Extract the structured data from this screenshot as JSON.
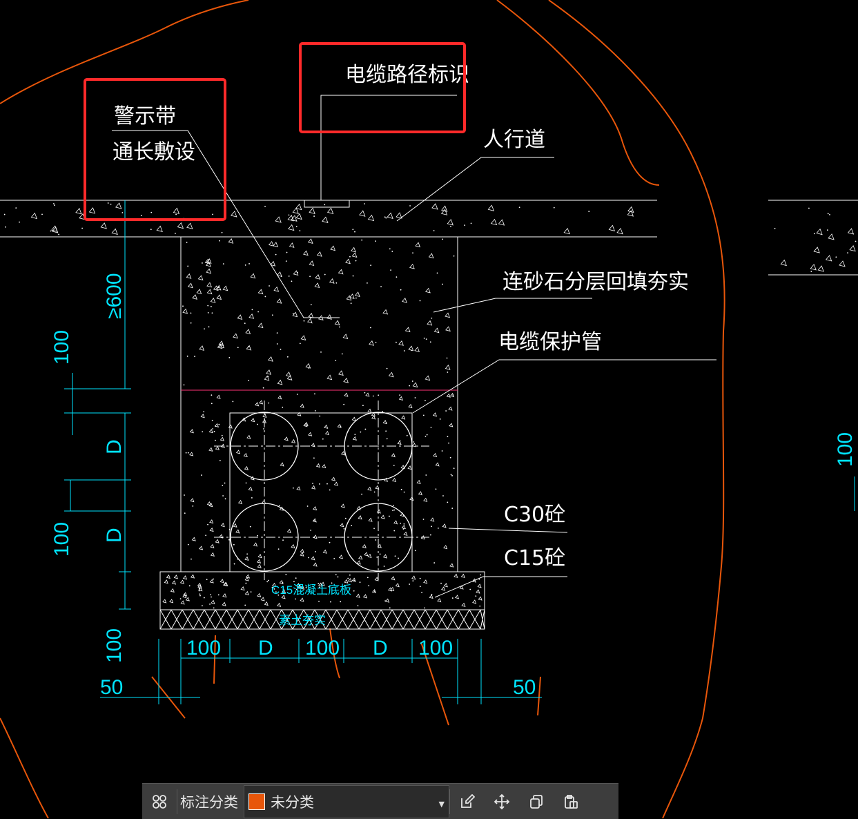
{
  "drawing": {
    "labels": {
      "warning_tape_line1": "警示带",
      "warning_tape_line2": "通长敷设",
      "cable_path_marker": "电缆路径标识",
      "sidewalk": "人行道",
      "backfill": "连砂石分层回填夯实",
      "cable_conduit": "电缆保护管",
      "c30": "C30砼",
      "c15": "C15砼",
      "base_slab": "C15混凝土底板",
      "compacted_soil": "素土夯实"
    },
    "dimensions": {
      "min_depth": "≥600",
      "d100_a": "100",
      "d_upper": "D",
      "d100_b": "100",
      "d_lower": "D",
      "d100_c": "100",
      "d50_left": "50",
      "d100_h1": "100",
      "d_h1": "D",
      "d100_h2": "100",
      "d_h2": "D",
      "d100_h3": "100",
      "d50_right": "50",
      "d100_right": "100"
    },
    "colors": {
      "annotation_box": "#ff2a2a",
      "dimension": "#00e5ff",
      "revision_cloud": "#e8560a",
      "boundary_line": "#ff3377"
    }
  },
  "toolbar": {
    "grid_icon": "grid-icon",
    "label": "标注分类",
    "select_value": "未分类",
    "swatch_color": "#e8560a",
    "icons": [
      "edit-icon",
      "move-icon",
      "copy-icon",
      "paste-icon"
    ]
  }
}
